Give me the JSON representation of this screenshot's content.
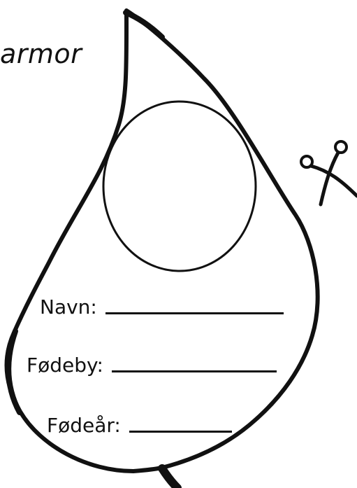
{
  "header": {
    "title": "armor"
  },
  "form": {
    "name_label": "Navn:",
    "birthplace_label": "Fødeby:",
    "birthyear_label": "Fødeår:"
  },
  "icons": {
    "cut_icon": "scissors-icon"
  },
  "colors": {
    "ink": "#111111",
    "paper": "#ffffff"
  }
}
